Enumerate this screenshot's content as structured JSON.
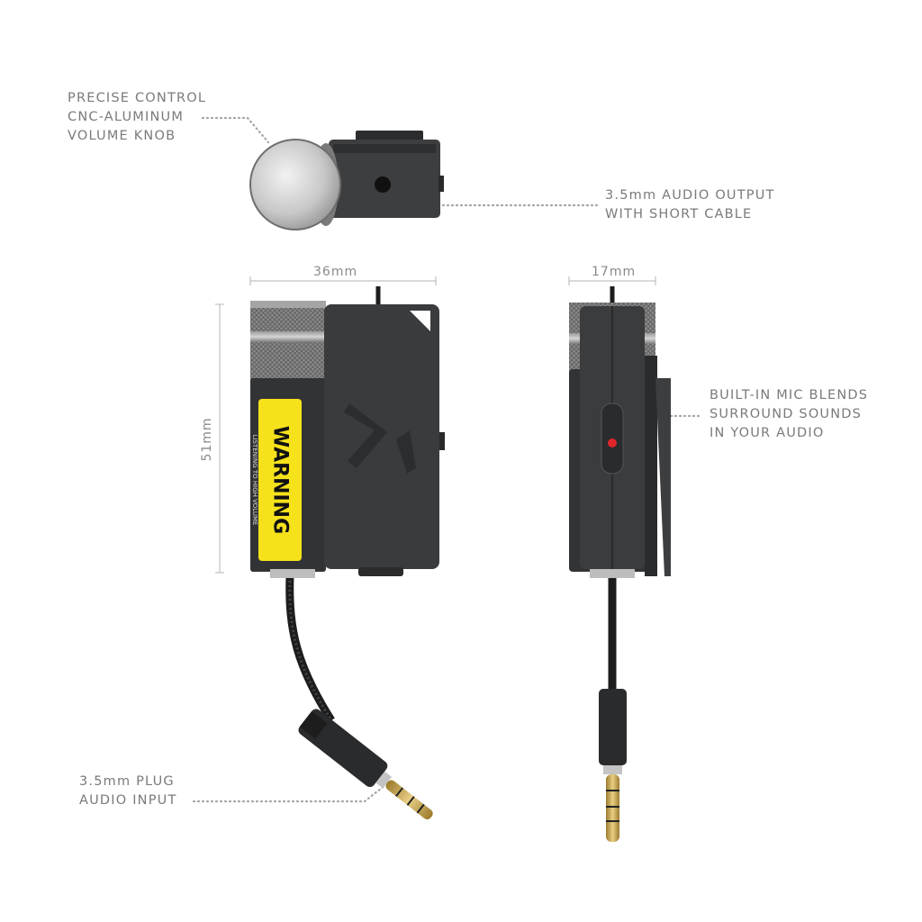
{
  "callouts": {
    "knob": {
      "lines": [
        "PRECISE CONTROL",
        "CNC-ALUMINUM",
        "VOLUME KNOB"
      ]
    },
    "output": {
      "lines": [
        "3.5mm AUDIO OUTPUT",
        "WITH SHORT CABLE"
      ]
    },
    "mic": {
      "lines": [
        "BUILT-IN MIC BLENDS",
        "SURROUND SOUNDS",
        "IN YOUR AUDIO"
      ]
    },
    "input": {
      "lines": [
        "3.5mm PLUG",
        "AUDIO INPUT"
      ]
    }
  },
  "dimensions": {
    "width": "36mm",
    "depth": "17mm",
    "height": "51mm"
  },
  "device_label": {
    "title": "WARNING",
    "subtitle": "LISTENING TO HIGH VOLUME"
  },
  "colors": {
    "body": "#3a3b3d",
    "label_yellow": "#f5e21b",
    "mic_dot": "#e0262b",
    "gold": "#c9a24a",
    "text": "#7a7a7a"
  }
}
